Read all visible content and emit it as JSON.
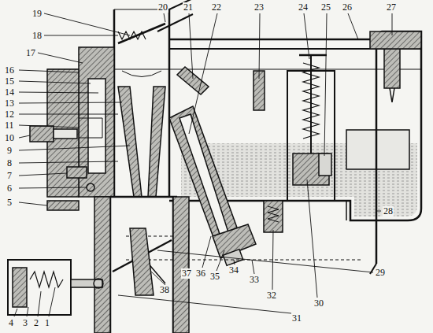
{
  "diagram": {
    "labels": [
      "1",
      "2",
      "3",
      "4",
      "5",
      "6",
      "7",
      "8",
      "9",
      "10",
      "11",
      "12",
      "13",
      "14",
      "15",
      "16",
      "17",
      "18",
      "19",
      "20",
      "21",
      "22",
      "23",
      "24",
      "25",
      "26",
      "27",
      "28",
      "29",
      "30",
      "31",
      "32",
      "33",
      "34",
      "35",
      "36",
      "37",
      "38"
    ]
  }
}
